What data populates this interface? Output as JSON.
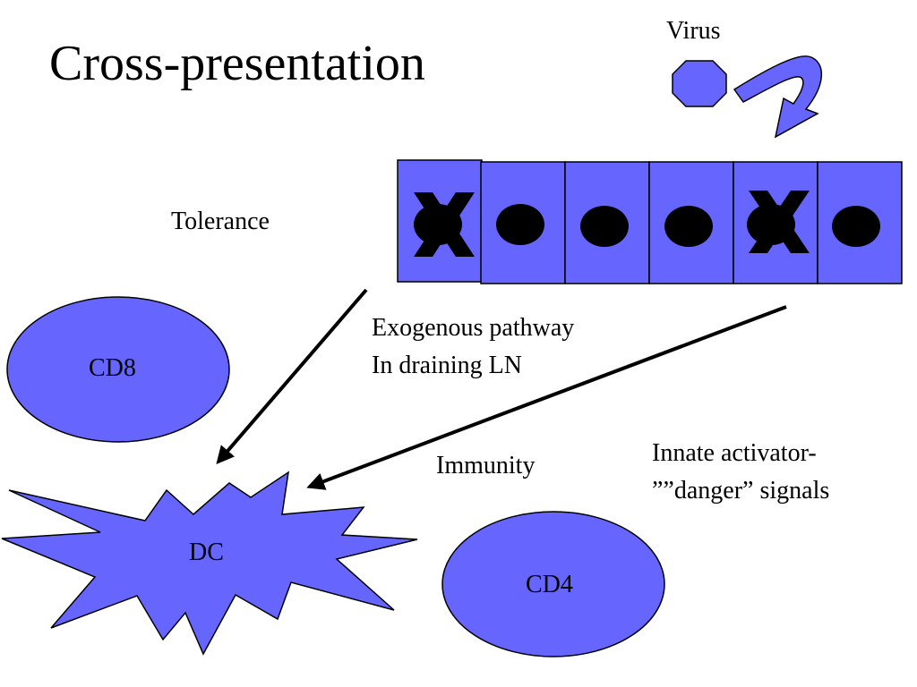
{
  "title": "Cross-presentation",
  "virus_label": "Virus",
  "tolerance_label": "Tolerance",
  "exogenous_label": {
    "line1": "Exogenous pathway",
    "line2": "In draining LN"
  },
  "immunity_label": "Immunity",
  "innate_label": {
    "line1": "Innate activator-",
    "line2": "””danger” signals"
  },
  "cells": {
    "cd8": "CD8",
    "dc": "DC",
    "cd4": "CD4"
  },
  "colors": {
    "cell_fill": "#6666ff",
    "outline": "#000000",
    "dead_mark": "#000000"
  },
  "epithelium": {
    "cell_count": 6,
    "infected_cells": [
      1,
      5
    ]
  }
}
